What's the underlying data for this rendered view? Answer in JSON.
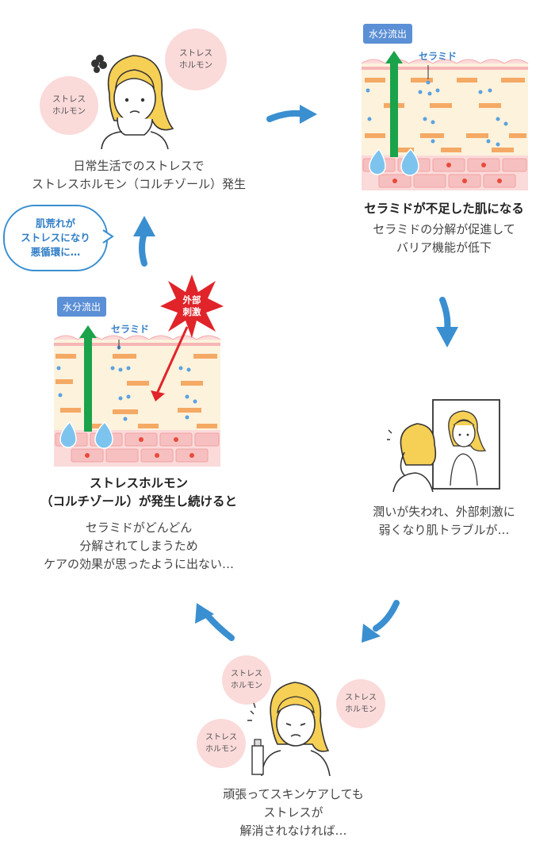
{
  "hormone_label": [
    "ストレス",
    "ホルモン"
  ],
  "skin": {
    "water_loss_label": "水分流出",
    "ceramide_label": "セラミド",
    "external_stimulus_label": [
      "外部",
      "刺激"
    ]
  },
  "steps": [
    {
      "id": "top",
      "text": [
        "日常生活でのストレスで",
        "ストレスホルモン（コルチゾール）発生"
      ]
    },
    {
      "id": "right",
      "title": "セラミドが不足した肌になる",
      "text": [
        "セラミドの分解が促進して",
        "バリア機能が低下"
      ]
    },
    {
      "id": "mirror",
      "text": [
        "潤いが失われ、外部刺激に",
        "弱くなり肌トラブルが…"
      ]
    },
    {
      "id": "bottom",
      "text": [
        "頑張ってスキンケアしても",
        "ストレスが",
        "解消されなければ…"
      ]
    },
    {
      "id": "left",
      "title": [
        "ストレスホルモン",
        "（コルチゾール）が発生し続けると"
      ],
      "text": [
        "セラミドがどんどん",
        "分解されてしまうため",
        "ケアの効果が思ったように出ない…"
      ]
    }
  ],
  "callout": [
    "肌荒れが",
    "ストレスになり",
    "悪循環に…"
  ],
  "colors": {
    "arrow": "#3a8fd0",
    "bubble": "#fbdada",
    "water_arrow": "#1aa34a",
    "red_arrow": "#e0242a",
    "burst": "#e0242a",
    "hair": "#f6cf55",
    "lipid": "#f4a964",
    "cell": "#f7c0c0"
  }
}
